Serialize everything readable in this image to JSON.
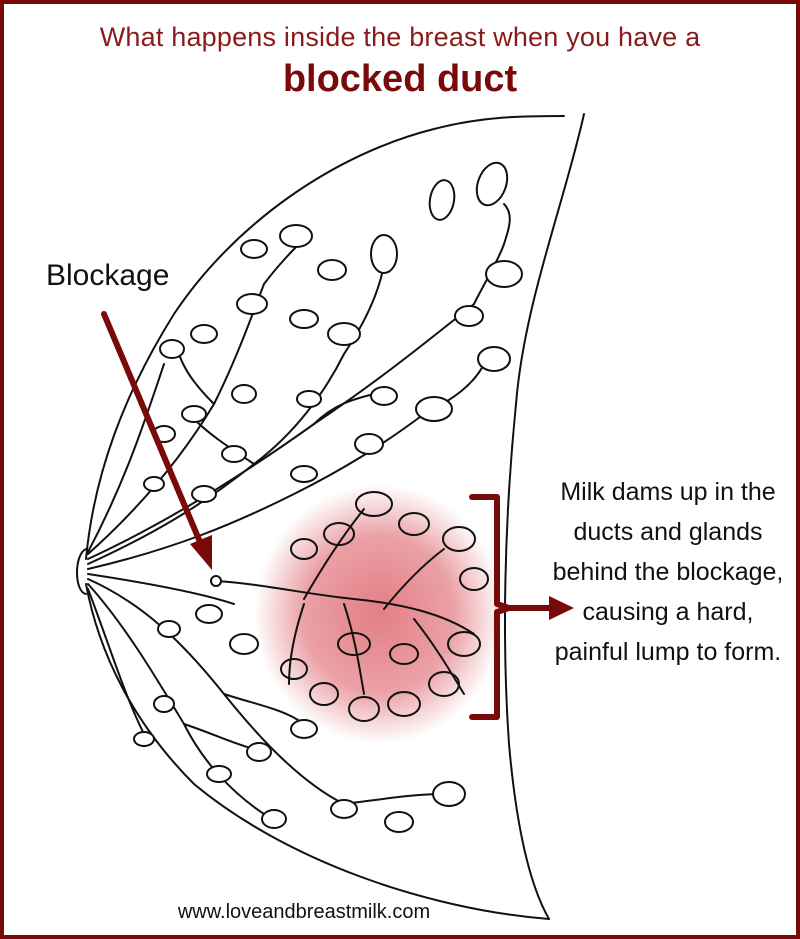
{
  "title": {
    "line1": "What happens inside the breast when you have a",
    "line2": "blocked duct"
  },
  "labels": {
    "blockage": "Blockage",
    "milk_dams": "Milk dams up in the ducts and glands behind the blockage, causing a hard, painful lump to form."
  },
  "website": "www.loveandbreastmilk.com",
  "colors": {
    "accent": "#7a0a0a",
    "title_text": "#8b1a1a",
    "inflammation": "#d9545c",
    "line_art": "#111111"
  }
}
